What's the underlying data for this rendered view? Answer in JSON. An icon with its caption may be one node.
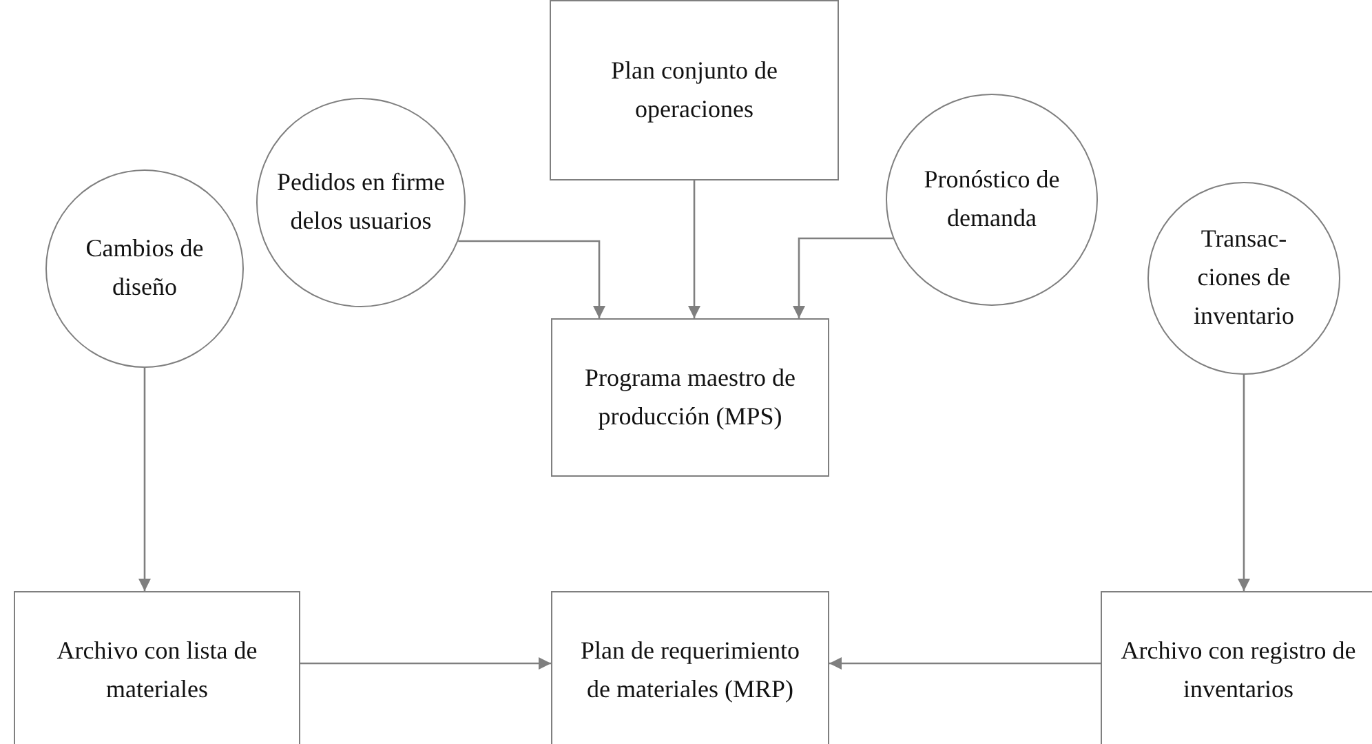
{
  "diagram": {
    "nodes": [
      {
        "text": [
          "Plan conjunto de operaciones"
        ]
      },
      {
        "text": [
          "Pedidos en firme delos usuarios"
        ]
      },
      {
        "text": [
          "Pronóstico de demanda"
        ]
      },
      {
        "text": [
          "Programa maestro de producción (MPS)"
        ]
      },
      {
        "text": [
          "Cambios de diseño"
        ]
      },
      {
        "text": [
          "Transac-ciones de inventario"
        ]
      },
      {
        "text": [
          "Archivo con lista de materiales"
        ]
      },
      {
        "text": [
          "Plan de requerimiento de materiales (MRP)"
        ]
      },
      {
        "text": [
          "Archivo con registro de inventarios"
        ]
      }
    ],
    "edges": [
      {
        "from": 1,
        "to": 3,
        "arrow": "to"
      },
      {
        "from": 0,
        "to": 3,
        "arrow": "to"
      },
      {
        "from": 2,
        "to": 3,
        "arrow": "to"
      },
      {
        "from": 4,
        "to": 6,
        "arrow": "to"
      },
      {
        "from": 5,
        "to": 8,
        "arrow": "to"
      },
      {
        "from": 6,
        "to": 7,
        "arrow": "to"
      },
      {
        "from": 8,
        "to": 7,
        "arrow": "to"
      }
    ]
  }
}
